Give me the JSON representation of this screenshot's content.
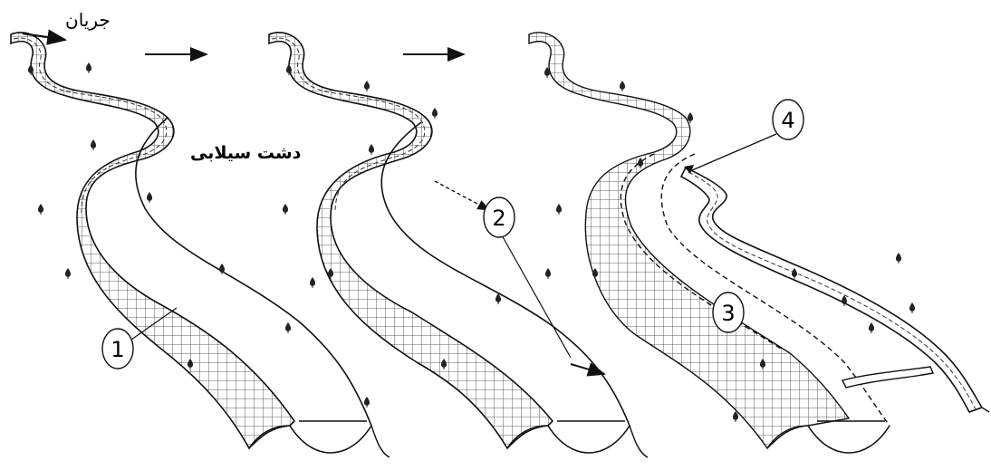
{
  "labels": {
    "flow": "جریان",
    "floodplain": "دشت سیلابی"
  },
  "callouts": [
    "1",
    "2",
    "3",
    "4"
  ],
  "colors": {
    "line": "#1a1a1a",
    "background": "#ffffff"
  },
  "icons": [
    "flow-arrow-icon",
    "sequence-arrow-icon",
    "tree-icon"
  ]
}
